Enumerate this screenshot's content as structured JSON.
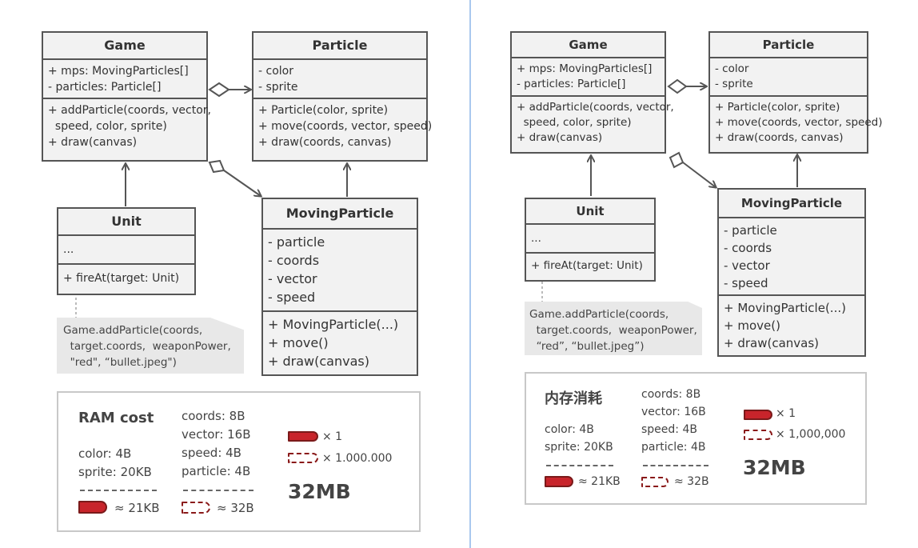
{
  "left": {
    "game": {
      "title": "Game",
      "fields": [
        "+ mps: MovingParticles[]",
        "- particles: Particle[]"
      ],
      "methods": [
        "+ addParticle(coords, vector,",
        "  speed, color, sprite)",
        "+ draw(canvas)"
      ]
    },
    "particle": {
      "title": "Particle",
      "fields": [
        "- color",
        "- sprite"
      ],
      "methods": [
        "+ Particle(color, sprite)",
        "+ move(coords, vector, speed)",
        "+ draw(coords, canvas)"
      ]
    },
    "unit": {
      "title": "Unit",
      "fields": [
        "..."
      ],
      "methods": [
        "+ fireAt(target: Unit)"
      ]
    },
    "moving": {
      "title": "MovingParticle",
      "fields": [
        "- particle",
        "- coords",
        "- vector",
        "- speed"
      ],
      "methods": [
        "+ MovingParticle(...)",
        "+ move()",
        "+ draw(canvas)"
      ]
    },
    "note": [
      "Game.addParticle(coords,",
      "  target.coords,  weaponPower,",
      "  \"red\", “bullet.jpeg\")"
    ],
    "ram": {
      "title": "RAM cost",
      "col1": [
        "color: 4B",
        "sprite: 20KB"
      ],
      "col1_total": "≈ 21KB",
      "col2": [
        "coords: 8B",
        "vector: 16B",
        "speed: 4B",
        "particle: 4B"
      ],
      "col2_total": "≈ 32B",
      "solid_count": "× 1",
      "dashed_count": "× 1.000.000",
      "total": "32MB"
    }
  },
  "right": {
    "game": {
      "title": "Game",
      "fields": [
        "+ mps: MovingParticles[]",
        "- particles: Particle[]"
      ],
      "methods": [
        "+ addParticle(coords, vector,",
        "  speed, color, sprite)",
        "+ draw(canvas)"
      ]
    },
    "particle": {
      "title": "Particle",
      "fields": [
        "- color",
        "- sprite"
      ],
      "methods": [
        "+ Particle(color, sprite)",
        "+ move(coords, vector, speed)",
        "+ draw(coords, canvas)"
      ]
    },
    "unit": {
      "title": "Unit",
      "fields": [
        "..."
      ],
      "methods": [
        "+ fireAt(target: Unit)"
      ]
    },
    "moving": {
      "title": "MovingParticle",
      "fields": [
        "- particle",
        "- coords",
        "- vector",
        "- speed"
      ],
      "methods": [
        "+ MovingParticle(...)",
        "+ move()",
        "+ draw(canvas)"
      ]
    },
    "note": [
      "Game.addParticle(coords,",
      "  target.coords,  weaponPower,",
      "  “red”, “bullet.jpeg”)"
    ],
    "ram": {
      "title": "内存消耗",
      "col1": [
        "color: 4B",
        "sprite: 20KB"
      ],
      "col1_total": "≈ 21KB",
      "col2": [
        "coords: 8B",
        "vector: 16B",
        "speed: 4B",
        "particle: 4B"
      ],
      "col2_total": "≈ 32B",
      "solid_count": "× 1",
      "dashed_count": "× 1,000,000",
      "total": "32MB"
    }
  },
  "colors": {
    "bullet": "#c8242b",
    "box_fill": "#f2f2f2",
    "stroke": "#555555",
    "note_fill": "#e8e8e8",
    "divider": "#a9c8ee"
  }
}
